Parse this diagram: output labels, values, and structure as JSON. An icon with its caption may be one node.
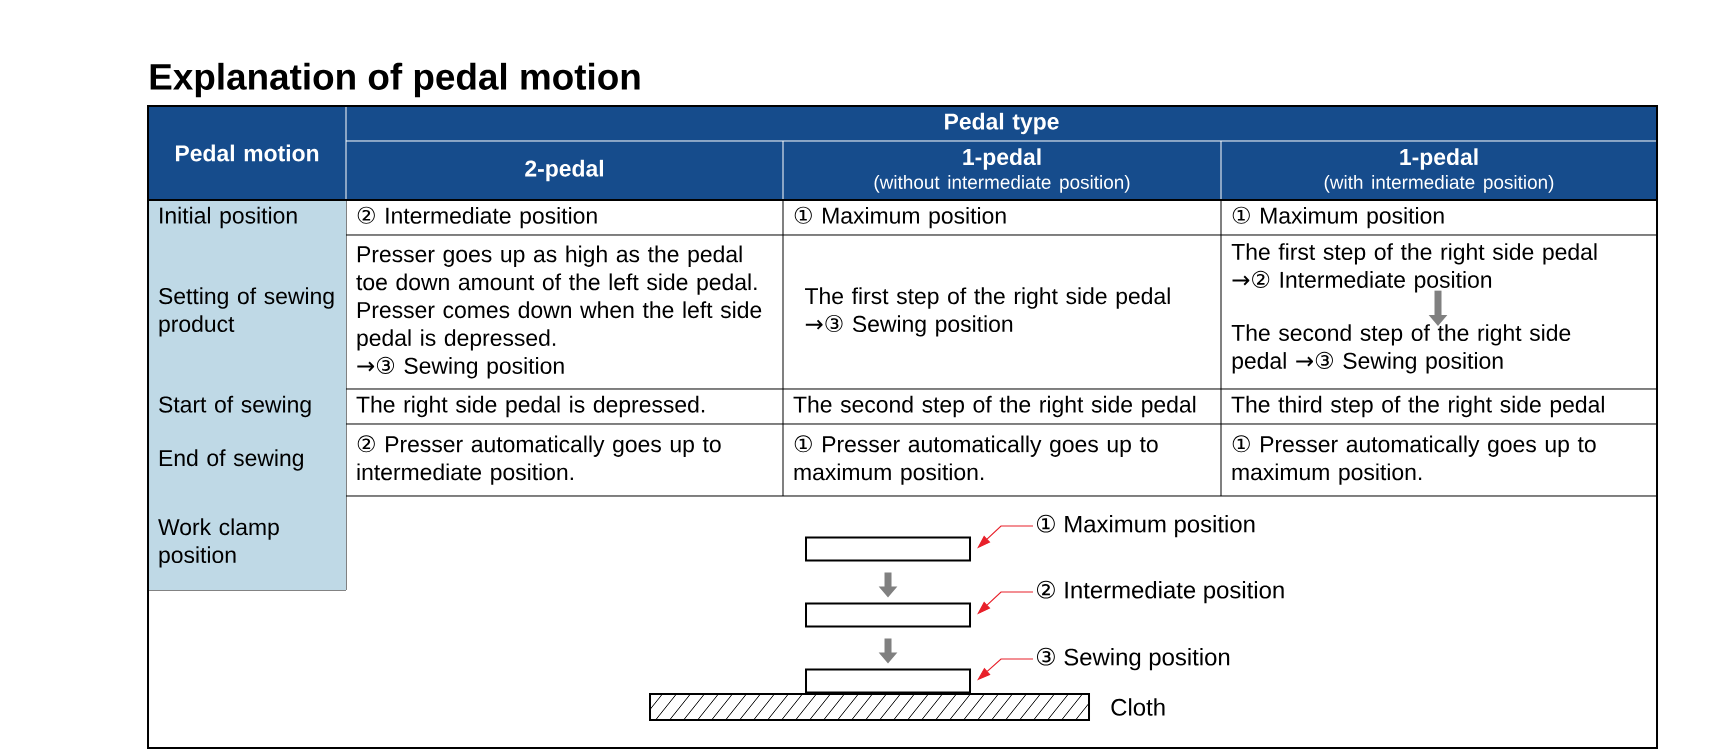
{
  "diagram": {
    "title": "Explanation of pedal motion",
    "nodes": [
      {
        "text": [
          "The first step of the right side pedal →② Intermediate position"
        ]
      },
      {
        "text": [
          "The second step of the right side pedal →③ Sewing position"
        ]
      },
      {
        "text": [],
        "shape": "box"
      },
      {
        "text": [],
        "shape": "box"
      },
      {
        "text": [],
        "shape": "box"
      },
      {
        "text": [
          "① Maximum position"
        ]
      },
      {
        "text": [
          "② Intermediate position"
        ]
      },
      {
        "text": [
          "③ Sewing position"
        ]
      }
    ],
    "edges": [
      {
        "from": 0,
        "to": 1,
        "arrow": "to",
        "style": "thick",
        "color": "#808080"
      },
      {
        "from": 2,
        "to": 3,
        "arrow": "to",
        "style": "thick",
        "color": "#808080"
      },
      {
        "from": 3,
        "to": 4,
        "arrow": "to",
        "style": "thick",
        "color": "#808080"
      },
      {
        "from": 5,
        "to": 2,
        "arrow": "to",
        "color": "#e8202a"
      },
      {
        "from": 6,
        "to": 3,
        "arrow": "to",
        "color": "#e8202a"
      },
      {
        "from": 7,
        "to": 4,
        "arrow": "to",
        "color": "#e8202a"
      }
    ],
    "labels": [
      "Pedal motion",
      "Pedal type",
      "2-pedal",
      "1-pedal",
      "(without intermediate position)",
      "1-pedal",
      "(with intermediate position)",
      "Initial position",
      "② Intermediate position",
      "① Maximum position",
      "① Maximum position",
      "Setting of sewing product",
      "Presser goes up as high as the pedal toe down amount of the left side pedal. Presser comes down when the left side pedal is depressed.",
      "→③ Sewing position",
      "The first step of the right side pedal →③ Sewing position",
      "Start of sewing",
      "The right side pedal is depressed.",
      "The second step of the right side pedal",
      "The third step of the right side pedal",
      "End of sewing",
      "② Presser automatically goes up to intermediate position.",
      "① Presser automatically goes up to maximum position.",
      "① Presser automatically goes up to maximum position.",
      "Work clamp position",
      "Cloth"
    ]
  }
}
